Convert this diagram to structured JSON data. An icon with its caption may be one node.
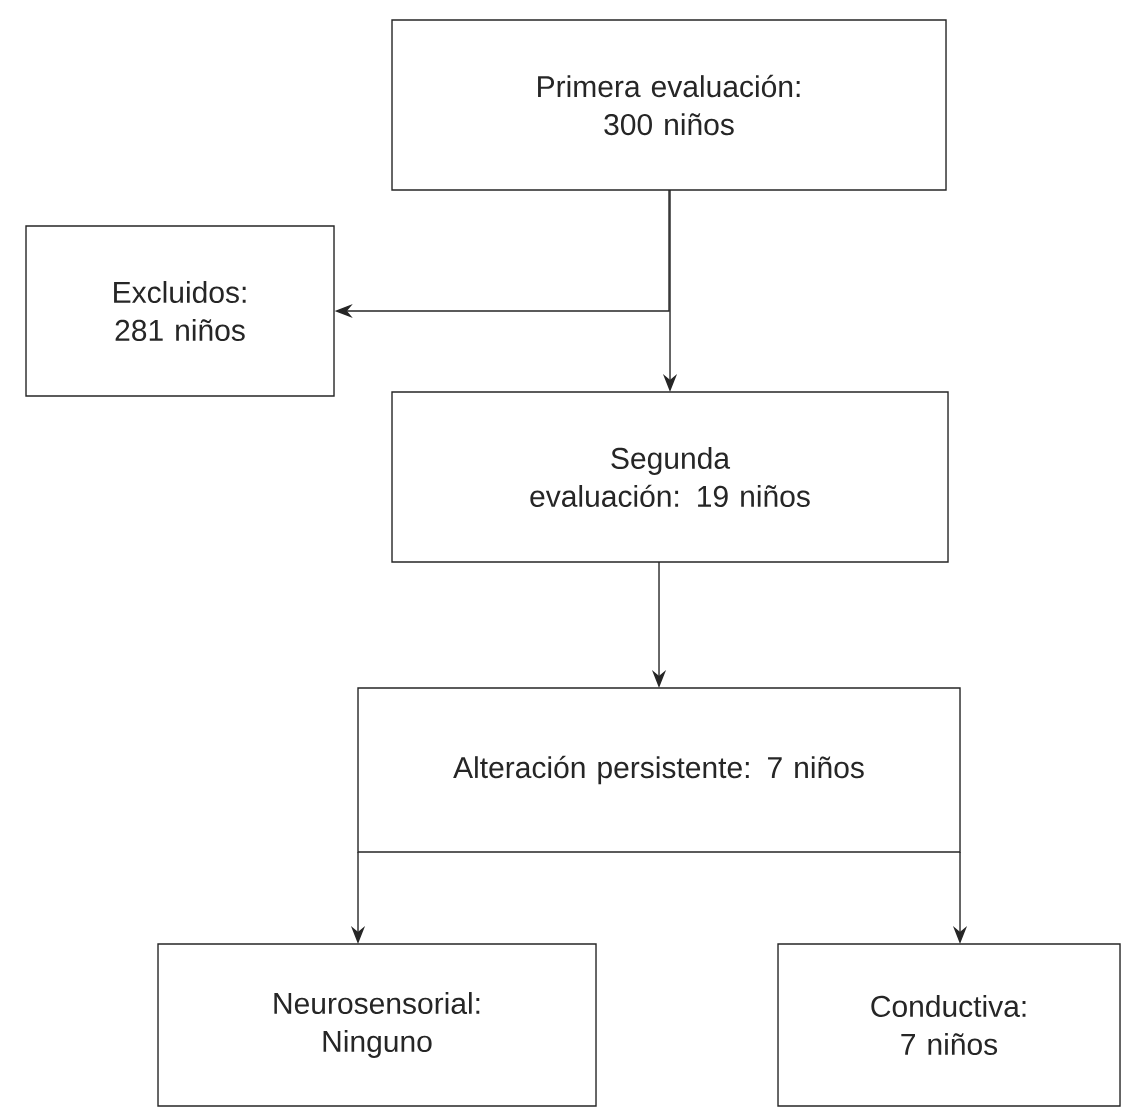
{
  "diagram": {
    "nodes": [
      {
        "text": [
          "Primera evaluación: 300 niños"
        ]
      },
      {
        "text": [
          "Excluidos: 281 niños"
        ]
      },
      {
        "text": [
          "Segunda evaluación: 19 niños"
        ]
      },
      {
        "text": [
          "Alteración persistente: 7 niños"
        ]
      },
      {
        "text": [
          "Neurosensorial: Ninguno"
        ]
      },
      {
        "text": [
          "Conductiva: 7 niños"
        ]
      }
    ],
    "edges": [
      {
        "from": 0,
        "to": 2,
        "arrow": "to"
      },
      {
        "from": 0,
        "to": 1,
        "arrow": "to"
      },
      {
        "from": 2,
        "to": 3,
        "arrow": "to"
      },
      {
        "from": 3,
        "to": 4,
        "arrow": "to"
      },
      {
        "from": 3,
        "to": 5,
        "arrow": "to"
      }
    ]
  }
}
